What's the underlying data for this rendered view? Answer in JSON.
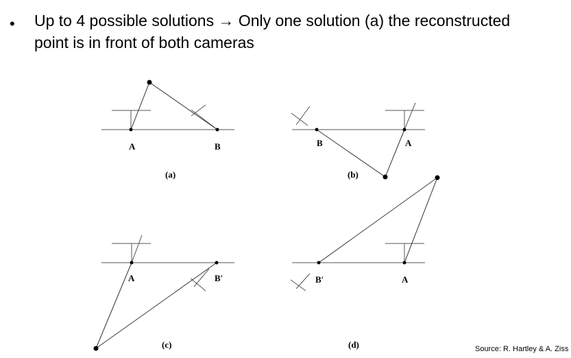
{
  "slide": {
    "bullet_symbol": "•",
    "line1": "Up to 4 possible solutions →  Only one solution (a) the reconstructed",
    "line2": "point is in front of both cameras",
    "source": "Source: R. Hartley & A. Ziss"
  },
  "figures": {
    "a": {
      "caption": "(a)",
      "label_left": "A",
      "label_right": "B"
    },
    "b": {
      "caption": "(b)",
      "label_left": "B",
      "label_right": "A"
    },
    "c": {
      "caption": "(c)",
      "label_left": "A",
      "label_right": "B′"
    },
    "d": {
      "caption": "(d)",
      "label_left": "B′",
      "label_right": "A"
    }
  }
}
